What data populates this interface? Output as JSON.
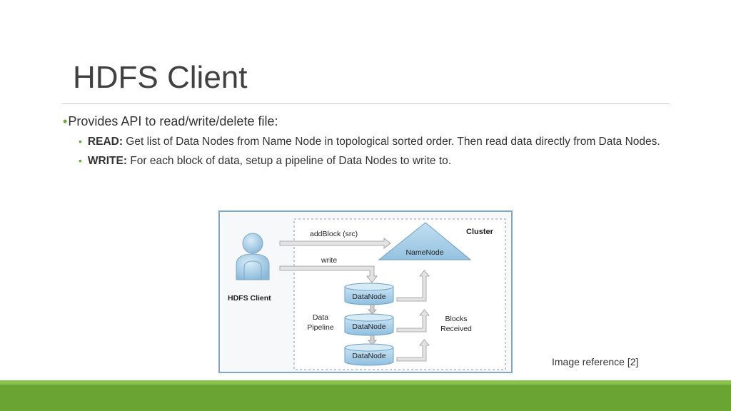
{
  "slide": {
    "title": "HDFS Client",
    "bullet_main": "Provides API to read/write/delete file:",
    "read_label": "READ:",
    "read_text": " Get list of Data Nodes from Name Node in topological sorted order. Then read data directly from Data Nodes.",
    "write_label": "WRITE:",
    "write_text": " For each block of data, setup a pipeline of Data Nodes to write to.",
    "caption": "Image reference [2]"
  },
  "diagram": {
    "cluster_label": "Cluster",
    "namenode_label": "NameNode",
    "addblock_label": "addBlock (src)",
    "write_label": "write",
    "client_label": "HDFS Client",
    "pipeline_label_1": "Data",
    "pipeline_label_2": "Pipeline",
    "blocks_label_1": "Blocks",
    "blocks_label_2": "Received",
    "datanodes": [
      "DataNode",
      "DataNode",
      "DataNode"
    ]
  },
  "colors": {
    "accent_green": "#6aa433",
    "node_blue": "#a9cfe8",
    "frame_blue": "#7fa7c9"
  }
}
